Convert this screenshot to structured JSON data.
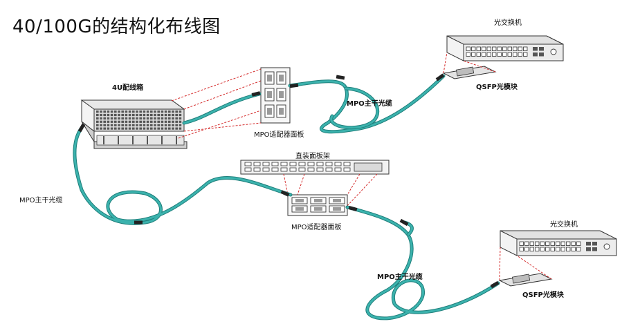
{
  "title": "40/100G的结构化布线图",
  "labels": {
    "chassis": "4U配线箱",
    "adapter_panel_top": "MPO适配器面板",
    "trunk_cable_top": "MPO主干光缆",
    "switch_top": "光交换机",
    "qsfp_top": "QSFP光模块",
    "trunk_cable_left": "MPO主干光缆",
    "patch_panel": "直装面板架",
    "adapter_panel_bottom": "MPO适配器面板",
    "trunk_cable_bottom": "MPO主干光缆",
    "switch_bottom": "光交换机",
    "qsfp_bottom": "QSFP光模块"
  },
  "colors": {
    "cable": "#3bb2ad",
    "cable_dark": "#1f7f7b",
    "connector": "#222222",
    "dashed_link": "#d42b2b",
    "outline": "#333333"
  }
}
